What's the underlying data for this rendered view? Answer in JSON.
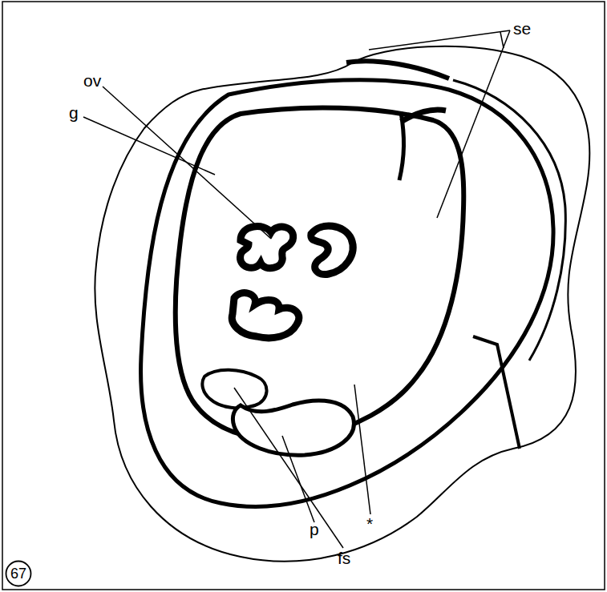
{
  "diagram": {
    "nodes": [
      {
        "text": [
          "67"
        ]
      }
    ],
    "labels": [
      "se",
      "ov",
      "g",
      "*",
      "p",
      "fs"
    ]
  }
}
